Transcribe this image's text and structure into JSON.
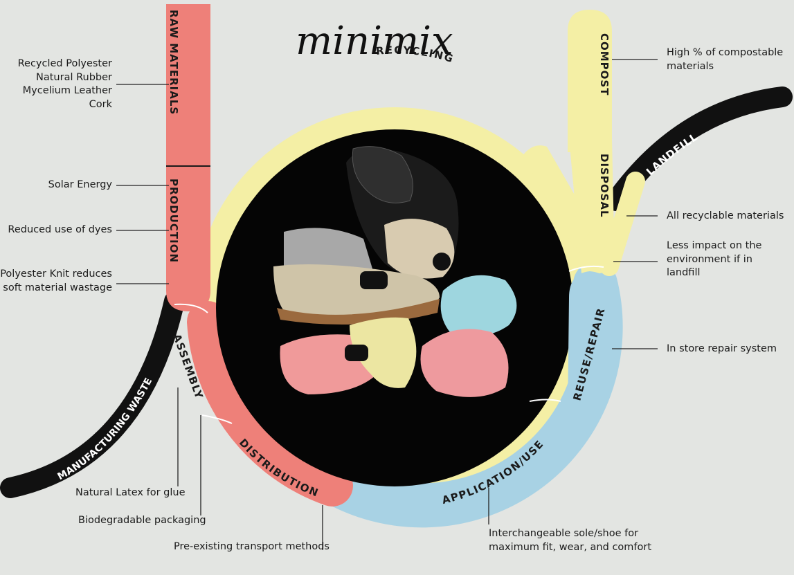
{
  "title": "minimix",
  "stages": {
    "raw_materials": "RAW MATERIALS",
    "production": "PRODUCTION",
    "assembly": "ASSEMBLY",
    "distribution": "DISTRIBUTION",
    "application": "APPLICATION/USE",
    "reuse": "REUSE/REPAIR",
    "disposal": "DISPOSAL",
    "compost": "COMPOST",
    "recycling": "RECYCLING",
    "landfill": "LANDFILL",
    "manufacturing_waste": "MANUFACTURING WASTE"
  },
  "annotations": {
    "raw_materials": [
      "Recycled Polyester",
      "Natural Rubber",
      "Mycelium Leather",
      "Cork"
    ],
    "solar": [
      "Solar Energy"
    ],
    "dyes": [
      "Reduced use of dyes"
    ],
    "knit": [
      "Polyester Knit reduces",
      "soft material wastage"
    ],
    "latex": [
      "Natural Latex for glue"
    ],
    "packaging": [
      "Biodegradable packaging"
    ],
    "transport": [
      "Pre-existing transport methods"
    ],
    "interchangeable": [
      "Interchangeable sole/shoe for",
      "maximum fit, wear, and comfort"
    ],
    "repair": [
      "In store repair system"
    ],
    "landfill_impact": [
      "Less impact on the",
      "environment if in",
      "landfill"
    ],
    "recyclable": [
      "All recyclable materials"
    ],
    "compostable": [
      "High % of compostable",
      "materials"
    ]
  },
  "colors": {
    "background": "#e3e5e2",
    "red": "#ee8079",
    "yellow": "#f4efa5",
    "blue": "#a8d2e4",
    "black": "#111111",
    "center": "#050505"
  }
}
